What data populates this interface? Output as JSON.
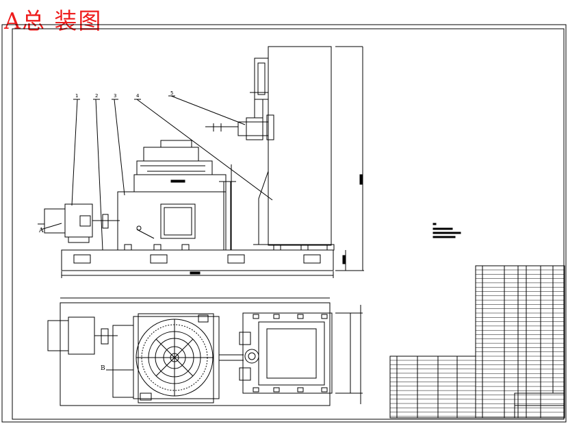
{
  "drawing": {
    "title": "A总 装图",
    "view_marks": {
      "section_a": "A",
      "section_b": "B"
    }
  },
  "balloons": [
    "1",
    "2",
    "3",
    "4",
    "5"
  ],
  "colors": {
    "title": "#ee1c1c",
    "line": "#000000"
  }
}
